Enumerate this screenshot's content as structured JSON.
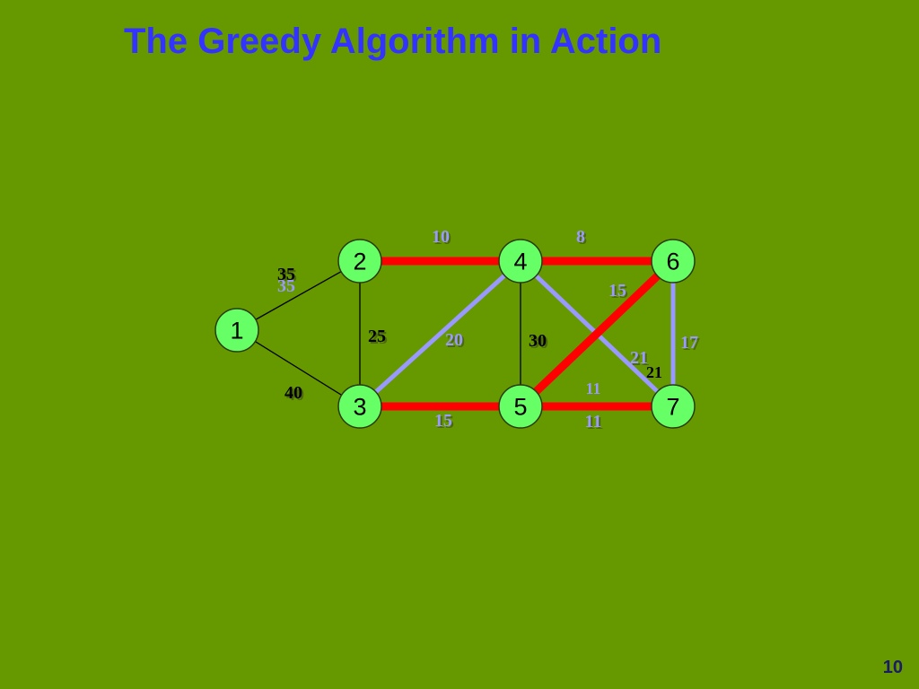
{
  "slide": {
    "title": "The Greedy Algorithm in Action",
    "page_number": "10"
  },
  "colors": {
    "background": "#669900",
    "title": "#3333ff",
    "node_fill": "#66ff66",
    "selected_edge": "#ff0000",
    "rejected_edge": "#9999ff",
    "unprocessed_edge": "#000000",
    "weight_light": "#9999ff",
    "weight_dark": "#000000"
  },
  "graph": {
    "nodes": [
      {
        "id": "1",
        "label": "1"
      },
      {
        "id": "2",
        "label": "2"
      },
      {
        "id": "3",
        "label": "3"
      },
      {
        "id": "4",
        "label": "4"
      },
      {
        "id": "5",
        "label": "5"
      },
      {
        "id": "6",
        "label": "6"
      },
      {
        "id": "7",
        "label": "7"
      }
    ],
    "edges": [
      {
        "from": "1",
        "to": "2",
        "status": "unprocessed"
      },
      {
        "from": "1",
        "to": "3",
        "status": "unprocessed"
      },
      {
        "from": "2",
        "to": "3",
        "status": "unprocessed"
      },
      {
        "from": "4",
        "to": "5",
        "status": "unprocessed"
      },
      {
        "from": "3",
        "to": "4",
        "status": "rejected"
      },
      {
        "from": "4",
        "to": "7",
        "status": "rejected"
      },
      {
        "from": "6",
        "to": "7",
        "status": "rejected"
      },
      {
        "from": "2",
        "to": "4",
        "status": "selected"
      },
      {
        "from": "4",
        "to": "6",
        "status": "selected"
      },
      {
        "from": "3",
        "to": "5",
        "status": "selected"
      },
      {
        "from": "5",
        "to": "7",
        "status": "selected"
      },
      {
        "from": "5",
        "to": "6",
        "status": "selected"
      }
    ],
    "weight_labels": [
      {
        "edge": "1-2",
        "text": "35",
        "color": "dark",
        "shadow": true
      },
      {
        "edge": "1-2",
        "text": "35",
        "color": "light",
        "shadow": false
      },
      {
        "edge": "1-3",
        "text": "40",
        "color": "dark",
        "shadow": true
      },
      {
        "edge": "2-3",
        "text": "25",
        "color": "dark",
        "shadow": true
      },
      {
        "edge": "2-4",
        "text": "10",
        "color": "light",
        "shadow": true
      },
      {
        "edge": "4-6",
        "text": "8",
        "color": "light",
        "shadow": true
      },
      {
        "edge": "3-4",
        "text": "20",
        "color": "light",
        "shadow": true
      },
      {
        "edge": "4-5",
        "text": "30",
        "color": "dark",
        "shadow": true
      },
      {
        "edge": "5-6",
        "text": "15",
        "color": "light",
        "shadow": true
      },
      {
        "edge": "6-7",
        "text": "17",
        "color": "light",
        "shadow": true
      },
      {
        "edge": "4-7",
        "text": "21",
        "color": "light",
        "shadow": true
      },
      {
        "edge": "4-7",
        "text": "21",
        "color": "dark",
        "shadow": false
      },
      {
        "edge": "5-7",
        "text": "11",
        "color": "light",
        "shadow": false
      },
      {
        "edge": "5-7",
        "text": "11",
        "color": "light",
        "shadow": true
      },
      {
        "edge": "3-5",
        "text": "15",
        "color": "light",
        "shadow": true
      }
    ]
  }
}
